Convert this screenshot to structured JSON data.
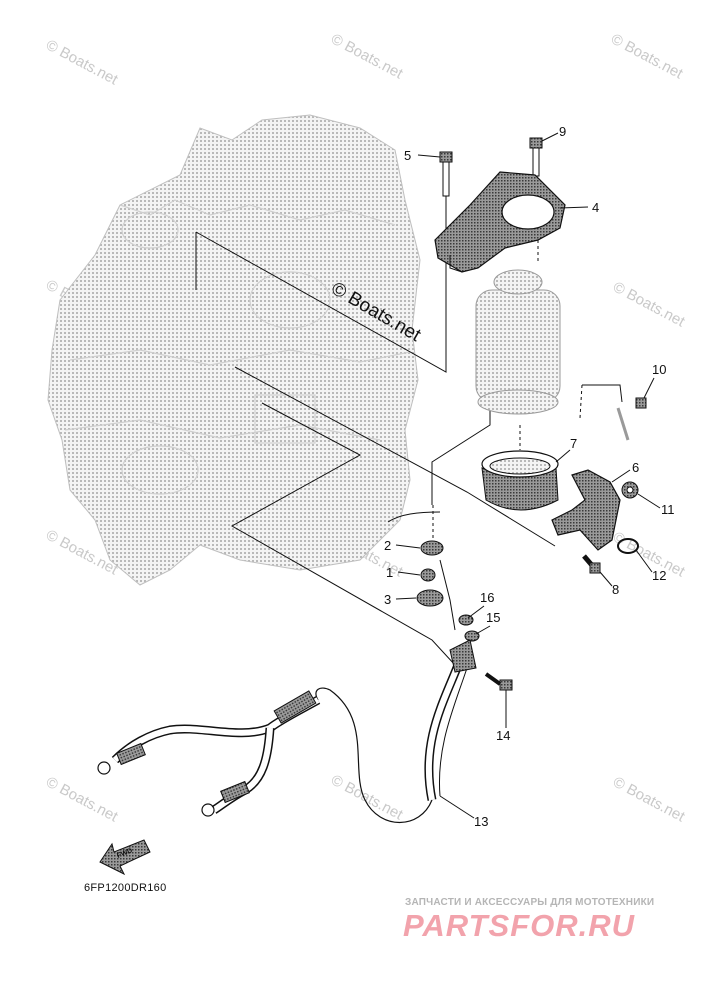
{
  "watermarks": {
    "main": "© Boats.net",
    "tile": "© Boats.net"
  },
  "callouts": [
    "1",
    "2",
    "3",
    "4",
    "5",
    "6",
    "7",
    "8",
    "9",
    "10",
    "11",
    "12",
    "13",
    "14",
    "15",
    "16"
  ],
  "front_arrow_label": "FWD",
  "diagram_code": "6FP1200DR160",
  "shop": {
    "tagline": "ЗАПЧАСТИ И АКСЕССУАРЫ ДЛЯ МОТОТЕХНИКИ",
    "logo_text": "PARTSFOR.RU"
  },
  "colors": {
    "line": "#111111",
    "engine_shade": "#dcdcdc",
    "watermark": "#c9c9c9",
    "shop_logo": "#f2a3ac"
  }
}
